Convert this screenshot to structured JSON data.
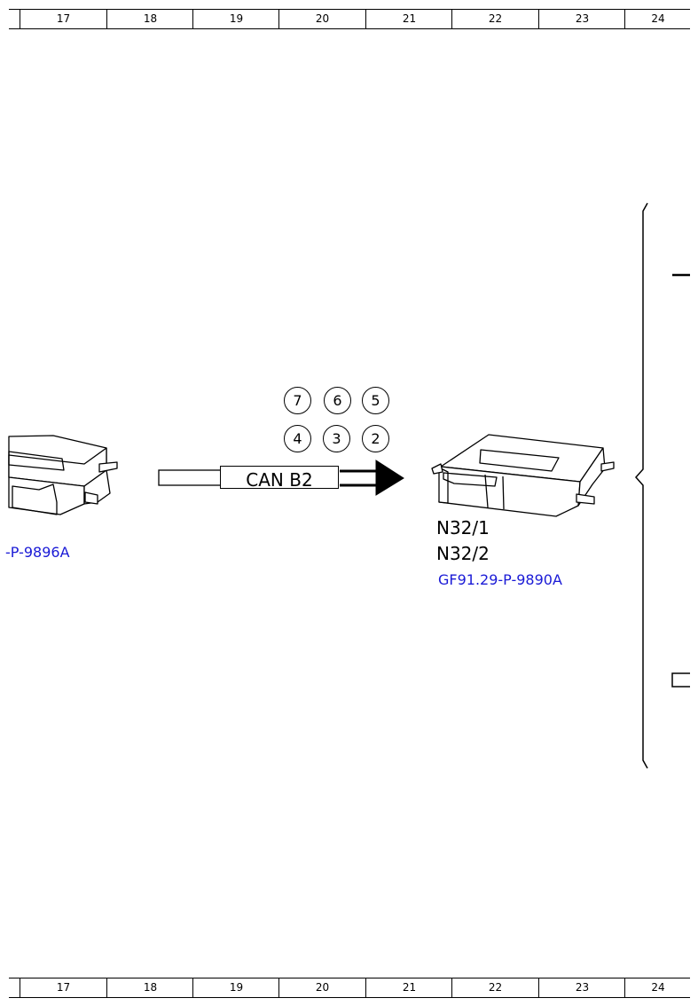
{
  "ruler": {
    "columns": [
      "17",
      "18",
      "19",
      "20",
      "21",
      "22",
      "23",
      "24"
    ]
  },
  "bus": {
    "label": "CAN B2"
  },
  "pins": {
    "top_row": [
      "7",
      "6",
      "5"
    ],
    "bottom_row": [
      "4",
      "3",
      "2"
    ]
  },
  "left_component": {
    "ref_link": "-P-9896A"
  },
  "right_component": {
    "label_1": "N32/1",
    "label_2": "N32/2",
    "ref_link": "GF91.29-P-9890A"
  },
  "colors": {
    "line": "#000000",
    "link": "#1a1ad6"
  }
}
